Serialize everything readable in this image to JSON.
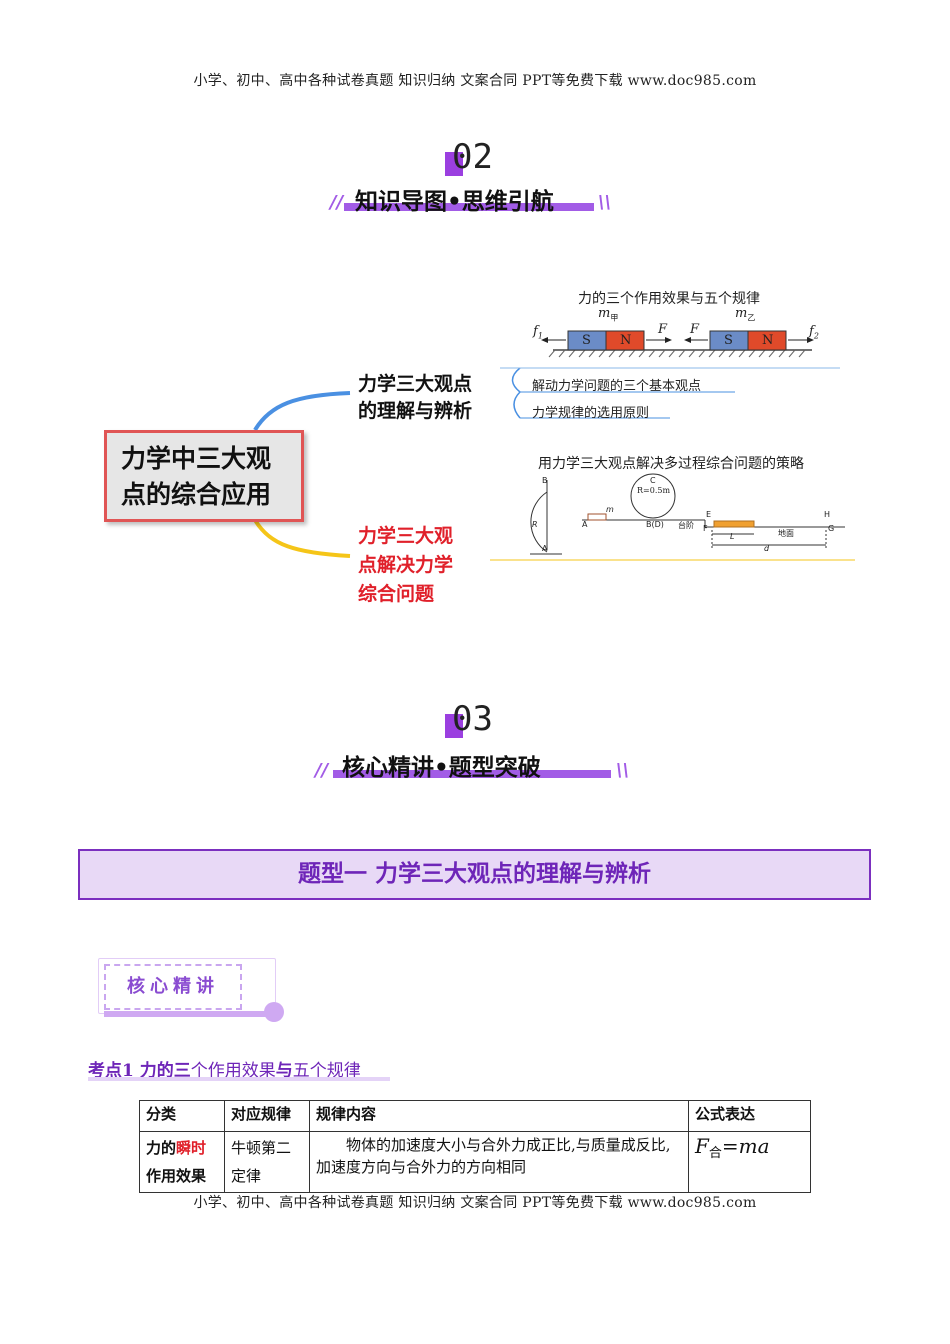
{
  "page_header": "小学、初中、高中各种试卷真题  知识归纳  文案合同  PPT等免费下载     www.doc985.com",
  "page_footer": "小学、初中、高中各种试卷真题  知识归纳  文案合同  PPT等免费下载     www.doc985.com",
  "section2": {
    "number": "02",
    "title": "知识导图•思维引航"
  },
  "section3": {
    "number": "03",
    "title": "核心精讲•题型突破"
  },
  "mindmap": {
    "root": [
      "力学中三大观",
      "点的综合应用"
    ],
    "branch1": {
      "lines": [
        "力学三大观点",
        "的理解与辨析"
      ],
      "diagram_title": "力的三个作用效果与五个规律",
      "items": [
        "解动力学问题的三个基本观点",
        "力学规律的选用原则"
      ],
      "magnet_labels": {
        "m1": "m",
        "m1_sub": "甲",
        "m2": "m",
        "m2_sub": "乙",
        "s": "S",
        "n": "N",
        "f1": "f",
        "f1_sub": "1",
        "f2": "f",
        "f2_sub": "2",
        "F": "F"
      }
    },
    "branch2": {
      "lines": [
        "力学三大观",
        "点解决力学",
        "综合问题"
      ],
      "diagram_title": "用力学三大观点解决多过程综合问题的策略",
      "diagram_labels": {
        "R_circle": "R=0.5m",
        "C": "C",
        "B": "B",
        "A": "A",
        "Aprime": "A",
        "BD": "B(D)",
        "taijie": "台阶",
        "E": "E",
        "F": "F",
        "H": "H",
        "G": "G",
        "L": "L",
        "dimian": "地面",
        "d": "d",
        "m": "m",
        "R": "R"
      }
    },
    "colors": {
      "branch1": "#4a90e2",
      "branch2": "#f5c518",
      "root_border": "#e05555"
    }
  },
  "type_banner": "题型一   力学三大观点的理解与辨析",
  "core_badge": "核心精讲",
  "kaodian": {
    "prefix": "考点1 力的三",
    "mid1": "个作用效果",
    "mid2": "与",
    "mid3": "五个规律"
  },
  "table": {
    "headers": [
      "分类",
      "对应规律",
      "规律内容",
      "公式表达"
    ],
    "row1": {
      "category_a": "力的",
      "category_red": "瞬时",
      "category_b": "作用效果",
      "law": "牛顿第二定律",
      "content": "物体的加速度大小与合外力成正比,与质量成反比,加速度方向与合外力的方向相同",
      "formula_F": "F",
      "formula_sub": "合",
      "formula_rest": "=ma"
    }
  }
}
